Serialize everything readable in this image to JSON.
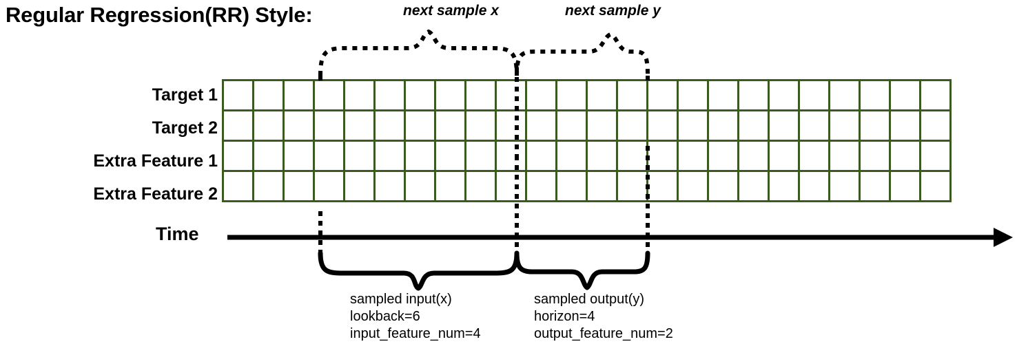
{
  "title": "Regular Regression(RR) Style:",
  "annotations": {
    "next_sample_x": "next sample x",
    "next_sample_y": "next sample y"
  },
  "time_axis": {
    "label": "Time"
  },
  "rows": [
    {
      "label": "Target 1",
      "color": "#6cab49",
      "light_color": "#c3ddb4"
    },
    {
      "label": "Target 2",
      "color": "#fdc300",
      "light_color": "#fbe3a1"
    },
    {
      "label": "Extra Feature 1",
      "color": "#2e7dbd",
      "light_color": "#ffffff"
    },
    {
      "label": "Extra Feature 2",
      "color": "#c4551a",
      "light_color": "#ffffff"
    }
  ],
  "grid": {
    "total_columns": 24,
    "lead_empty_columns": 3,
    "lookback_columns": 6,
    "horizon_columns": 4,
    "trailing_empty_columns": 11,
    "border_color": "#3b5a20",
    "empty_color": "#ffffff"
  },
  "captions": {
    "input": {
      "line1": "sampled input(x)",
      "line2": "lookback=6",
      "line3": "input_feature_num=4"
    },
    "output": {
      "line1": "sampled output(y)",
      "line2": "horizon=4",
      "line3": "output_feature_num=2"
    }
  },
  "chart_data": {
    "type": "table",
    "title": "Regular Regression(RR) Style:",
    "categories": [
      "Target 1",
      "Target 2",
      "Extra Feature 1",
      "Extra Feature 2"
    ],
    "series": [
      {
        "name": "Target 1",
        "values": [
          "empty",
          "empty",
          "empty",
          "input",
          "input",
          "input",
          "input",
          "input",
          "input",
          "output",
          "output",
          "output",
          "output",
          "empty",
          "empty",
          "empty",
          "empty",
          "empty",
          "empty",
          "empty",
          "empty",
          "empty",
          "empty",
          "empty"
        ]
      },
      {
        "name": "Target 2",
        "values": [
          "empty",
          "empty",
          "empty",
          "input",
          "input",
          "input",
          "input",
          "input",
          "input",
          "output",
          "output",
          "output",
          "output",
          "empty",
          "empty",
          "empty",
          "empty",
          "empty",
          "empty",
          "empty",
          "empty",
          "empty",
          "empty",
          "empty"
        ]
      },
      {
        "name": "Extra Feature 1",
        "values": [
          "empty",
          "empty",
          "empty",
          "input",
          "input",
          "input",
          "input",
          "input",
          "input",
          "empty",
          "empty",
          "empty",
          "empty",
          "empty",
          "empty",
          "empty",
          "empty",
          "empty",
          "empty",
          "empty",
          "empty",
          "empty",
          "empty",
          "empty"
        ]
      },
      {
        "name": "Extra Feature 2",
        "values": [
          "empty",
          "empty",
          "empty",
          "input",
          "input",
          "input",
          "input",
          "input",
          "input",
          "empty",
          "empty",
          "empty",
          "empty",
          "empty",
          "empty",
          "empty",
          "empty",
          "empty",
          "empty",
          "empty",
          "empty",
          "empty",
          "empty",
          "empty"
        ]
      }
    ],
    "xlabel": "Time",
    "ylabel": "",
    "lookback": 6,
    "horizon": 4,
    "input_feature_num": 4,
    "output_feature_num": 2,
    "grid": true,
    "legend": "none"
  }
}
